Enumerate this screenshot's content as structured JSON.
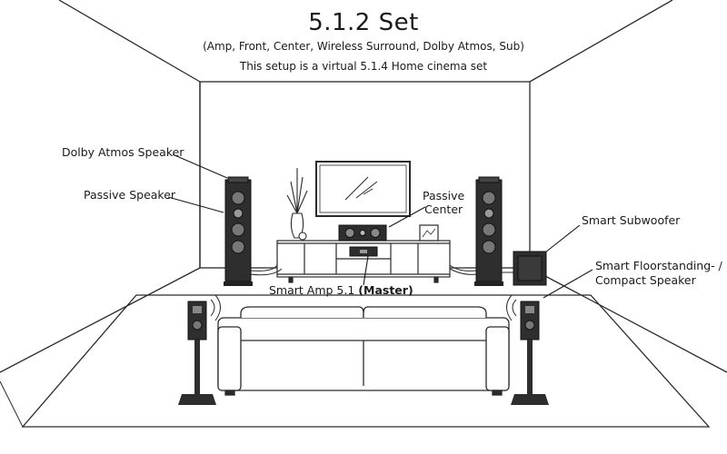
{
  "header": {
    "title": "5.1.2 Set",
    "subtitle_1": "(Amp, Front, Center, Wireless Surround, Dolby Atmos, Sub)",
    "subtitle_2": "This setup is a virtual 5.1.4 Home cinema set"
  },
  "labels": {
    "dolby_atmos": "Dolby Atmos Speaker",
    "passive_speaker": "Passive Speaker",
    "passive_center_1": "Passive",
    "passive_center_2": "Center",
    "smart_subwoofer": "Smart Subwoofer",
    "smart_floor_1": "Smart Floorstanding- /",
    "smart_floor_2": "Compact Speaker",
    "smart_amp": "Smart Amp 5.1",
    "smart_amp_master": "(Master)"
  },
  "colors": {
    "line": "#2a2a2a",
    "speaker": "#3a3a3a",
    "speaker_dark": "#222222",
    "background": "#ffffff"
  }
}
